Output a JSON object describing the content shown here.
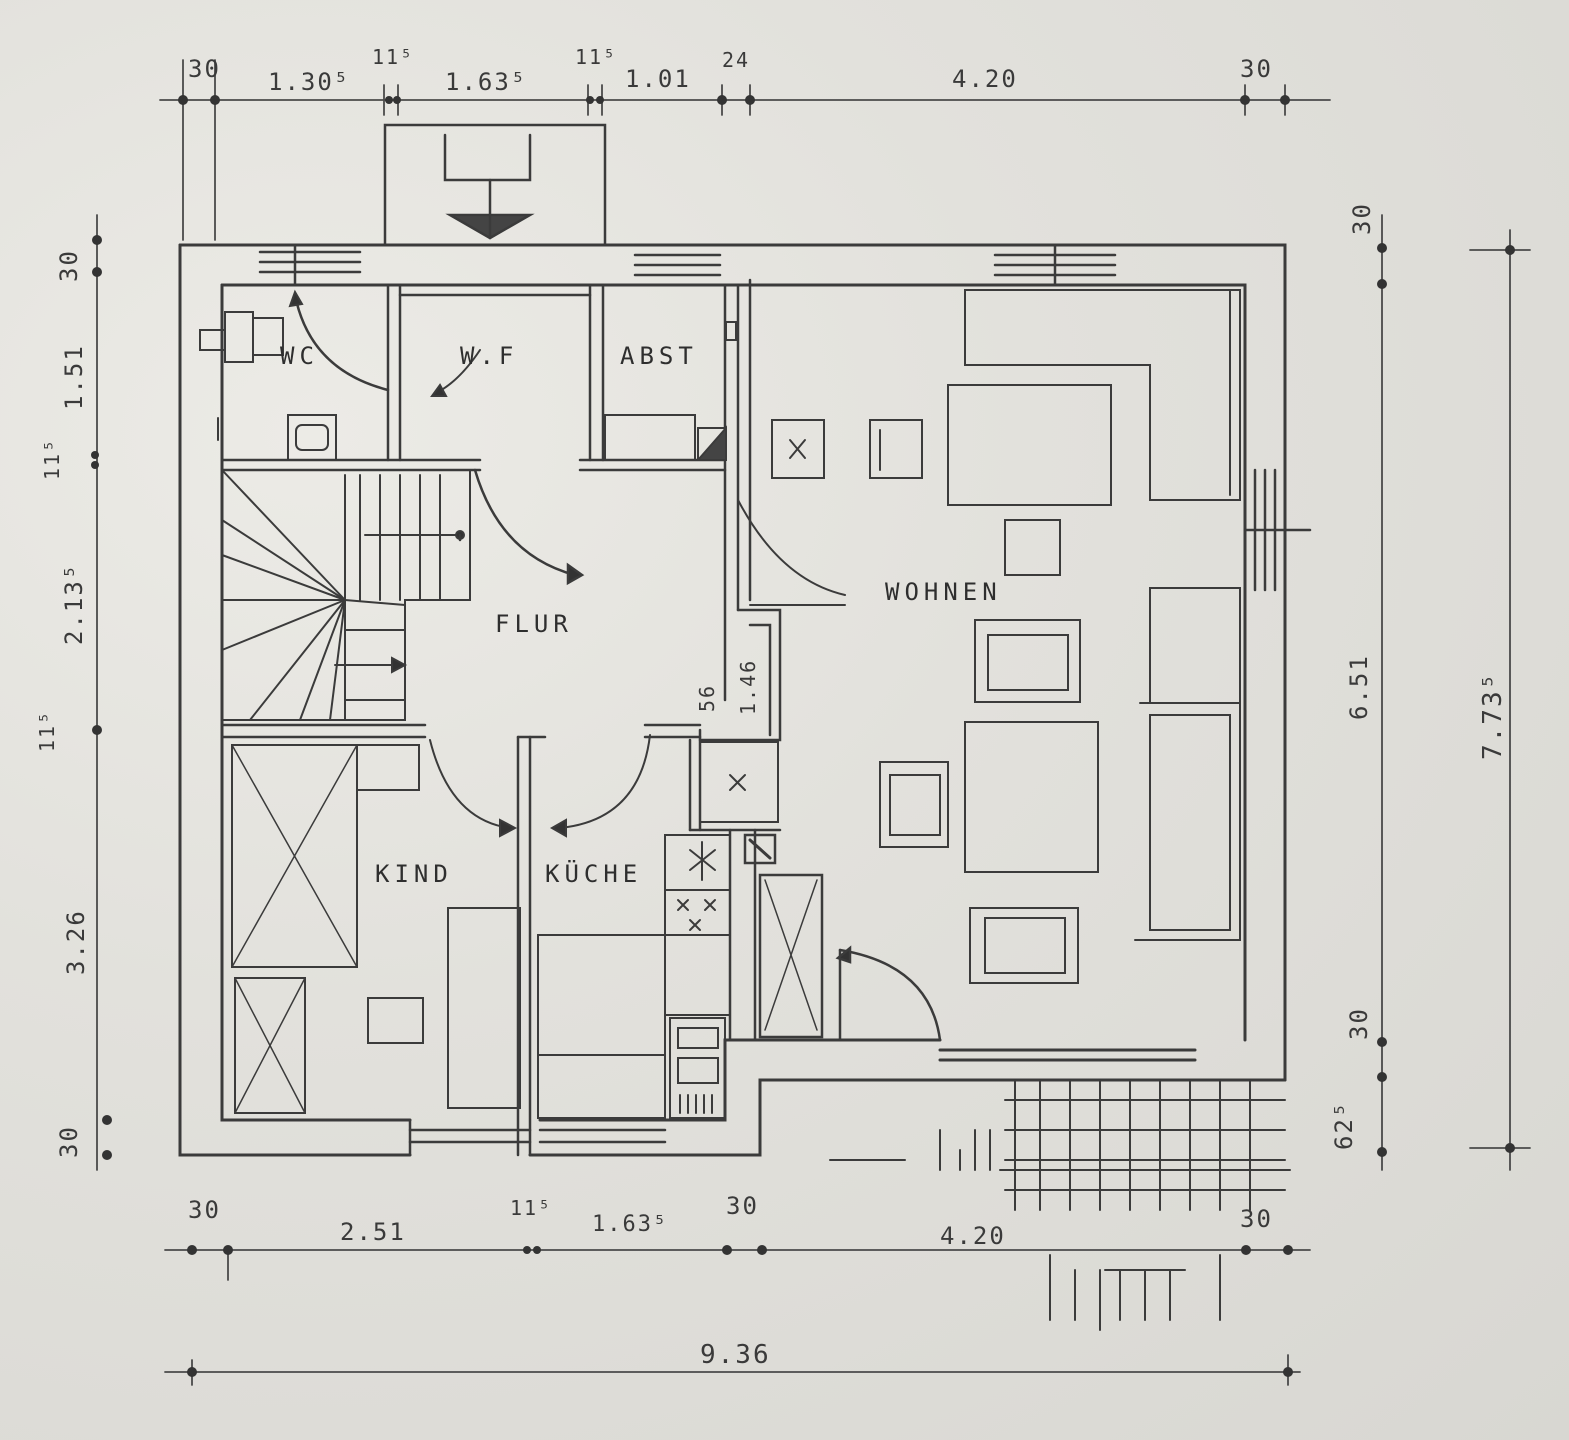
{
  "rooms": {
    "wc": "WC",
    "wf": "W.F",
    "abst": "ABST",
    "flur": "FLUR",
    "wohnen": "WOHNEN",
    "kind": "KIND",
    "kueche": "KÜCHE"
  },
  "top_dims": [
    "30",
    "1.30⁵",
    "11⁵",
    "1.63⁵",
    "11⁵",
    "1.01",
    "24",
    "4.20",
    "30"
  ],
  "bottom_dims": [
    "30",
    "2.51",
    "11⁵",
    "1.63⁵",
    "30",
    "4.20",
    "30"
  ],
  "bottom_total": "9.36",
  "left_dims": [
    "30",
    "1.51",
    "11⁵",
    "2.13⁵",
    "11⁵",
    "3.26",
    "30"
  ],
  "right_dims": [
    "30",
    "6.51",
    "30",
    "62⁵"
  ],
  "right_total": "7.73⁵",
  "inner_dims": [
    "56",
    "1.46"
  ],
  "colors": {
    "paper": "#e3e2dd",
    "ink": "#3a3a3a"
  }
}
